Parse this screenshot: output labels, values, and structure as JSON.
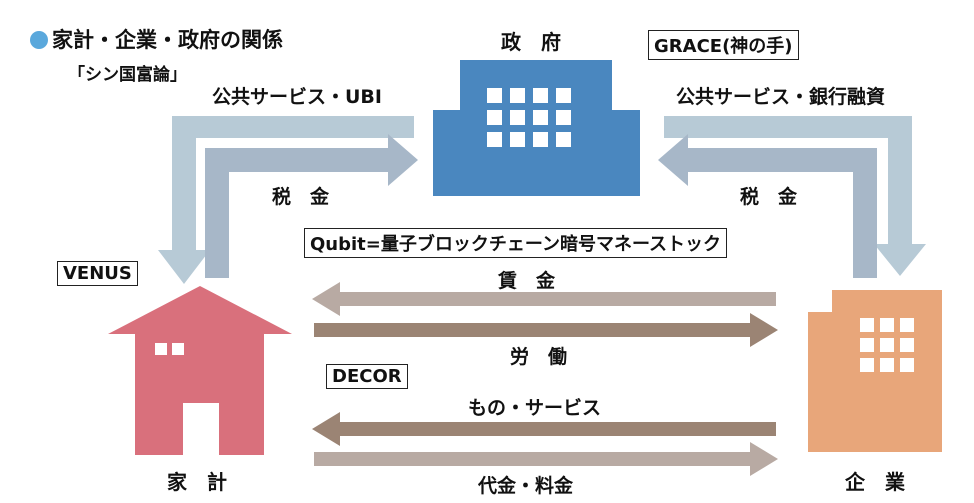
{
  "title": "家計・企業・政府の関係",
  "subtitle": "「シン国富論」",
  "nodes": {
    "government": "政　府",
    "household": "家　計",
    "company": "企　業"
  },
  "boxes": {
    "grace": "GRACE(神の手)",
    "venus": "VENUS",
    "decor": "DECOR",
    "qubit": "Qubit=量子ブロックチェーン暗号マネーストック"
  },
  "flows": {
    "gov_to_household": "公共サービス・UBI",
    "gov_to_company": "公共サービス・銀行融資",
    "household_tax": "税　金",
    "company_tax": "税　金",
    "wages": "賃　金",
    "labor": "労　働",
    "goods_services": "もの・サービス",
    "payment": "代金・料金"
  },
  "colors": {
    "government": "#4a87bf",
    "household": "#d9707c",
    "company": "#e8a67a",
    "flow_light": "#b7cad6",
    "flow_blue_gray": "#a7b7c8",
    "flow_brown_light": "#b8aaa3",
    "flow_brown_dark": "#9b8474",
    "window": "#ffffff"
  }
}
